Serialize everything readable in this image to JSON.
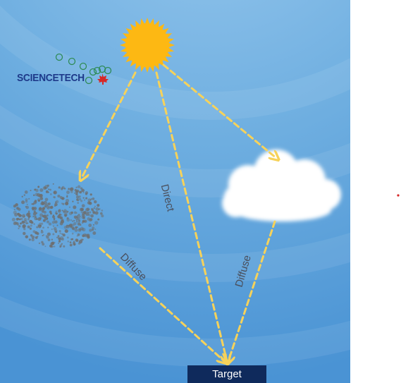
{
  "logo": {
    "text": "SCIENCETECH"
  },
  "labels": {
    "direct": "Direct",
    "diffuse_left": "Diffuse",
    "diffuse_right": "Diffuse"
  },
  "target": {
    "label": "Target"
  },
  "colors": {
    "sky_top": "#6aa8dd",
    "sky_bottom": "#4a93d4",
    "sun": "#fdb813",
    "arrow": "#f6d25a",
    "target_box": "#0f2a5c",
    "aerosol": "#6e6e6e",
    "logo_text": "#1e3a8a",
    "logo_circles": "#2e8b57",
    "maple_leaf": "#d62828"
  },
  "icons": {
    "sun": "sun-icon",
    "cloud": "cloud-icon",
    "aerosol": "particle-cloud-icon",
    "maple": "maple-leaf-icon"
  }
}
